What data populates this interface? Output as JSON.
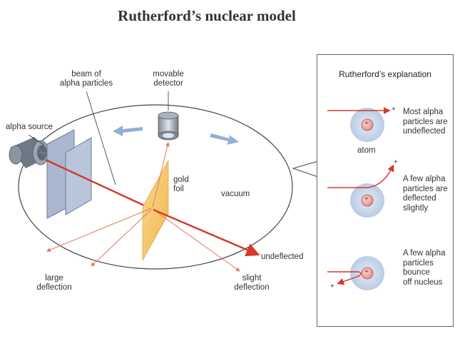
{
  "title": "Rutherford’s nuclear model",
  "diagram": {
    "labels": {
      "beam": "beam of\nalpha particles",
      "detector": "movable\ndetector",
      "source": "alpha source",
      "gold_foil": "gold\nfoil",
      "vacuum": "vacuum",
      "undeflected": "undeflected",
      "large_deflection": "large\ndeflection",
      "slight_deflection": "slight\ndeflection"
    }
  },
  "explanation": {
    "title": "Rutherford’s explanation",
    "atom_label": "atom",
    "nucleus_sign": "+",
    "particle_sign": "+",
    "items": [
      {
        "text": "Most alpha\nparticles are\nundeflected"
      },
      {
        "text": "A few alpha\nparticles are\ndeflected\nslightly"
      },
      {
        "text": "A few alpha\nparticles\nbounce\noff nucleus"
      }
    ]
  },
  "colors": {
    "beam": "#d2392b",
    "deflected_ray": "#e07a5f",
    "atom_halo": "#c5d3e8",
    "nucleus": "#e8a3a0",
    "gold_foil": "#f7c25e",
    "plate": "#aab7cf",
    "arrow_blue": "#8fb0d8"
  }
}
